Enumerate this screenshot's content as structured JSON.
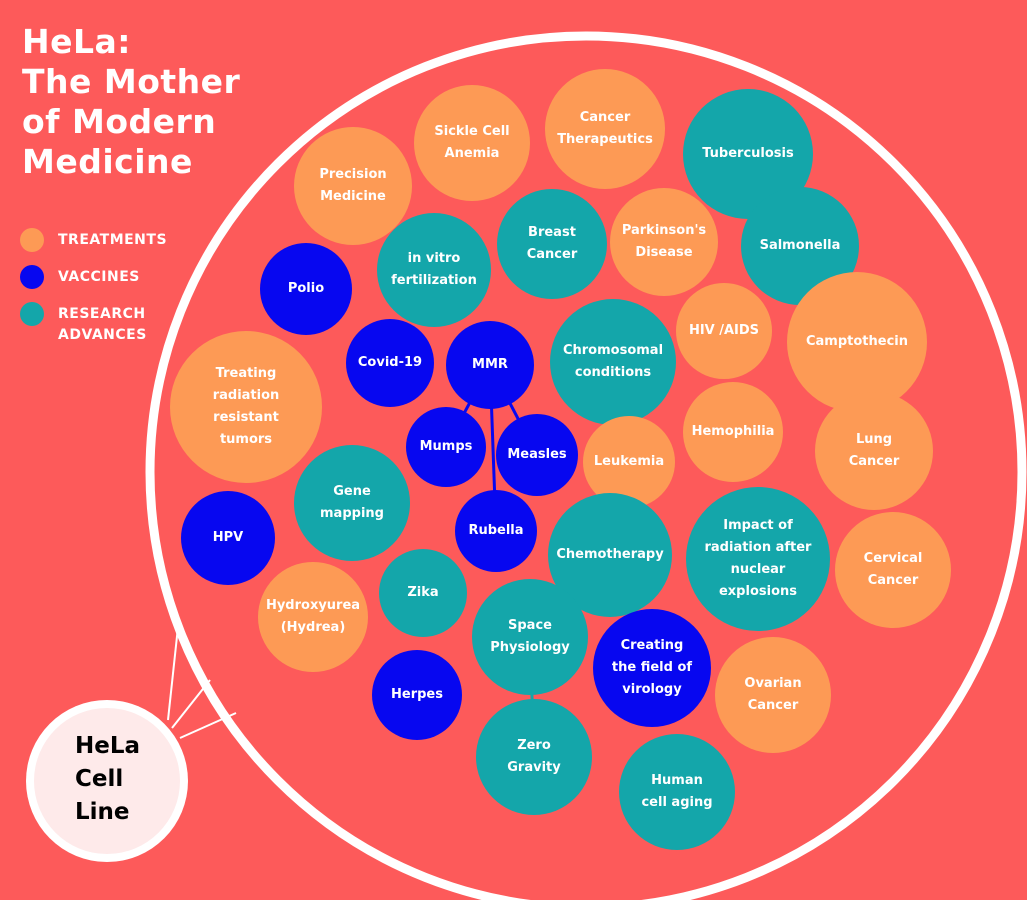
{
  "title": "HeLa:\nThe Mother\nof Modern\nMedicine",
  "colors": {
    "background": "#fd5a5a",
    "treatments": "#fd9a55",
    "vaccines": "#0707f0",
    "research_advances": "#14a6aa"
  },
  "legend": [
    {
      "label": "TREATMENTS",
      "category": "treatments"
    },
    {
      "label": "VACCINES",
      "category": "vaccines"
    },
    {
      "label": "RESEARCH ADVANCES",
      "category": "research_advances"
    }
  ],
  "cell_line_label": "HeLa\nCell\nLine",
  "bubbles": [
    {
      "id": "precision-medicine",
      "label": "Precision Medicine",
      "category": "treatments"
    },
    {
      "id": "sickle-cell-anemia",
      "label": "Sickle Cell Anemia",
      "category": "treatments"
    },
    {
      "id": "cancer-therapeutics",
      "label": "Cancer Therapeutics",
      "category": "treatments"
    },
    {
      "id": "tuberculosis",
      "label": "Tuberculosis",
      "category": "research_advances"
    },
    {
      "id": "polio",
      "label": "Polio",
      "category": "vaccines"
    },
    {
      "id": "in-vitro-fertilization",
      "label": "in vitro fertilization",
      "category": "research_advances"
    },
    {
      "id": "breast-cancer",
      "label": "Breast Cancer",
      "category": "research_advances"
    },
    {
      "id": "parkinsons-disease",
      "label": "Parkinson's Disease",
      "category": "treatments"
    },
    {
      "id": "salmonella",
      "label": "Salmonella",
      "category": "research_advances"
    },
    {
      "id": "covid-19",
      "label": "Covid-19",
      "category": "vaccines"
    },
    {
      "id": "mmr",
      "label": "MMR",
      "category": "vaccines"
    },
    {
      "id": "chromosomal-conditions",
      "label": "Chromosomal conditions",
      "category": "research_advances"
    },
    {
      "id": "hiv-aids",
      "label": "HIV /AIDS",
      "category": "treatments"
    },
    {
      "id": "camptothecin",
      "label": "Camptothecin",
      "category": "treatments"
    },
    {
      "id": "treating-radiation-resistant-tumors",
      "label": "Treating radiation resistant tumors",
      "category": "treatments"
    },
    {
      "id": "mumps",
      "label": "Mumps",
      "category": "vaccines"
    },
    {
      "id": "measles",
      "label": "Measles",
      "category": "vaccines"
    },
    {
      "id": "leukemia",
      "label": "Leukemia",
      "category": "treatments"
    },
    {
      "id": "hemophilia",
      "label": "Hemophilia",
      "category": "treatments"
    },
    {
      "id": "lung-cancer",
      "label": "Lung Cancer",
      "category": "treatments"
    },
    {
      "id": "gene-mapping",
      "label": "Gene mapping",
      "category": "research_advances"
    },
    {
      "id": "hpv",
      "label": "HPV",
      "category": "vaccines"
    },
    {
      "id": "rubella",
      "label": "Rubella",
      "category": "vaccines"
    },
    {
      "id": "chemotherapy",
      "label": "Chemotherapy",
      "category": "research_advances"
    },
    {
      "id": "impact-of-radiation",
      "label": "Impact of radiation after nuclear explosions",
      "category": "research_advances"
    },
    {
      "id": "cervical-cancer",
      "label": "Cervical Cancer",
      "category": "treatments"
    },
    {
      "id": "hydroxyurea",
      "label": "Hydroxyurea (Hydrea)",
      "category": "treatments"
    },
    {
      "id": "zika",
      "label": "Zika",
      "category": "research_advances"
    },
    {
      "id": "space-physiology",
      "label": "Space Physiology",
      "category": "research_advances"
    },
    {
      "id": "creating-field-of-virology",
      "label": "Creating the field of virology",
      "category": "vaccines"
    },
    {
      "id": "herpes",
      "label": "Herpes",
      "category": "vaccines"
    },
    {
      "id": "ovarian-cancer",
      "label": "Ovarian Cancer",
      "category": "treatments"
    },
    {
      "id": "zero-gravity",
      "label": "Zero Gravity",
      "category": "research_advances"
    },
    {
      "id": "human-cell-aging",
      "label": "Human cell aging",
      "category": "research_advances"
    }
  ],
  "connections": [
    {
      "from": "mmr",
      "to": "mumps"
    },
    {
      "from": "mmr",
      "to": "measles"
    },
    {
      "from": "mmr",
      "to": "rubella"
    },
    {
      "from": "space-physiology",
      "to": "zero-gravity"
    }
  ]
}
